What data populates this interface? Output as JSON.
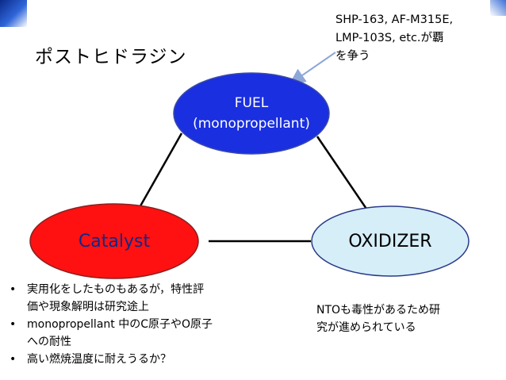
{
  "slide": {
    "title": "ポストヒドラジン"
  },
  "diagram": {
    "nodes": {
      "fuel": {
        "line1": "FUEL",
        "line2": "(monopropellant)",
        "fill_color": "#1a2fe0"
      },
      "catalyst": {
        "label": "Catalyst",
        "fill_color": "#ff1111",
        "text_color": "#0c2a8a"
      },
      "oxidizer": {
        "label": "OXIDIZER",
        "fill_color": "#d6eef8"
      }
    },
    "edges": [
      {
        "from": "fuel",
        "to": "catalyst"
      },
      {
        "from": "fuel",
        "to": "oxidizer"
      },
      {
        "from": "catalyst",
        "to": "oxidizer"
      }
    ],
    "callout": {
      "lines": [
        "SHP-163, AF-M315E,",
        "LMP-103S, etc.が覇",
        "を争う"
      ],
      "points_to": "fuel"
    }
  },
  "bullets": [
    "実用化をしたものもあるが，特性評\n価や現象解明は研究途上",
    "monopropellant 中のC原子やO原子\nへの耐性",
    "高い燃焼温度に耐えうるか？"
  ],
  "oxidizer_note": {
    "lines": [
      "NTOも毒性があるため研",
      "究が進められている"
    ]
  },
  "colors": {
    "accent_blue": "#0c2a8a",
    "callout_arrow": "#8da7d8"
  }
}
